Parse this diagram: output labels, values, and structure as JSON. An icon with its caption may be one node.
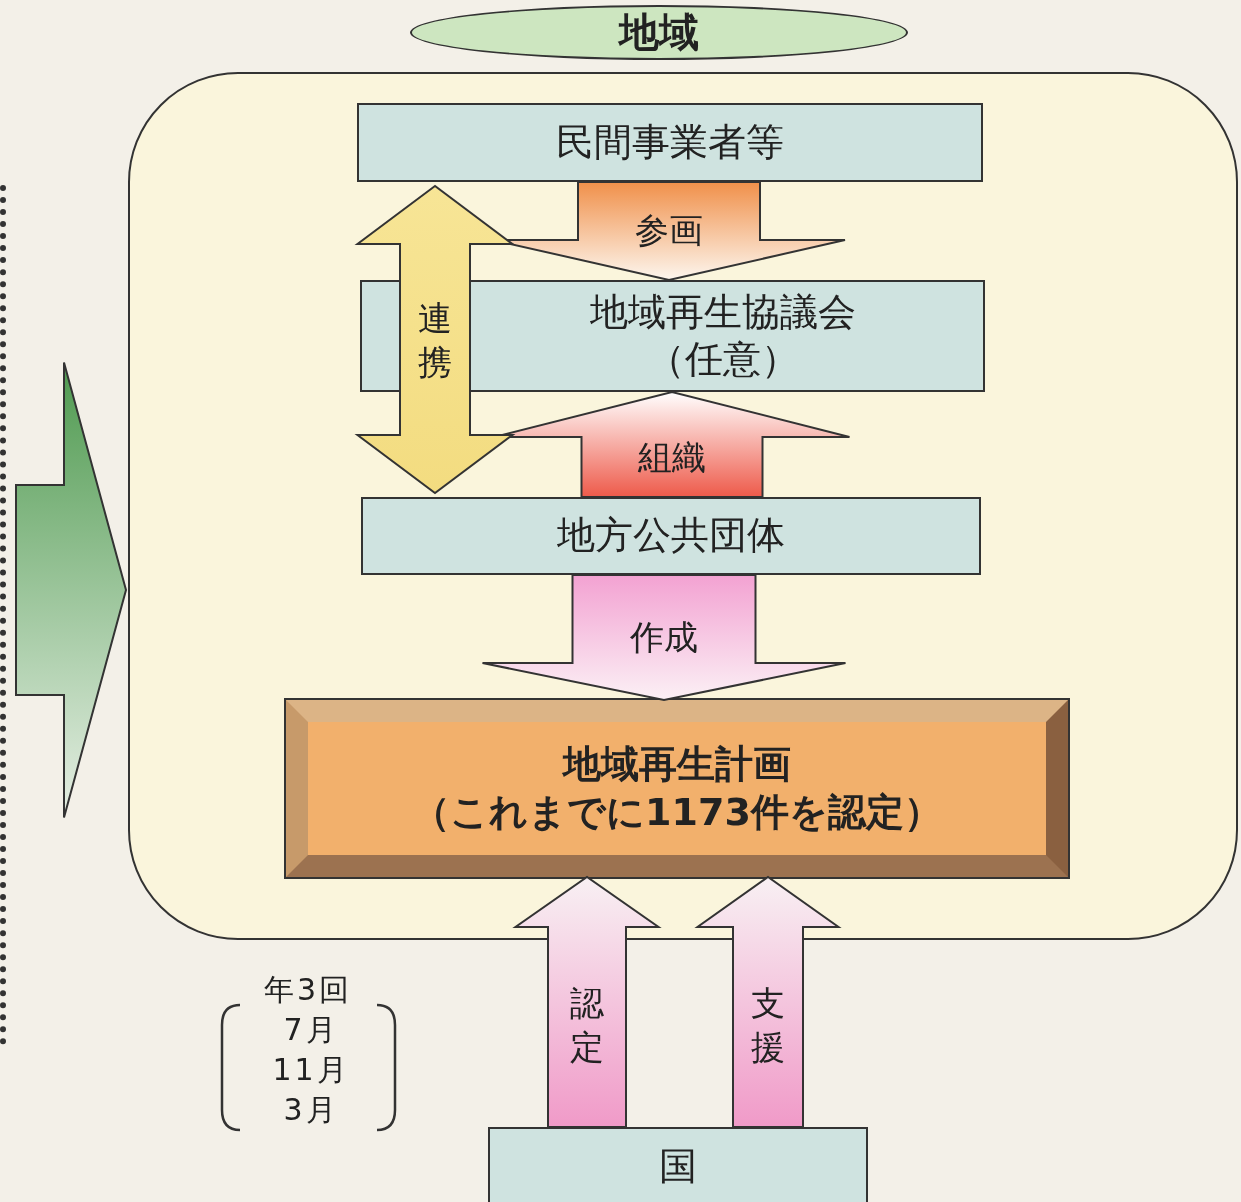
{
  "diagram": {
    "nodes": [
      {
        "text": [
          "地域"
        ]
      },
      {
        "text": [
          "民間事業者等"
        ],
        "in": 0
      },
      {
        "text": [
          "地域再生協議会（任意）"
        ],
        "in": 0
      },
      {
        "text": [
          "地方公共団体"
        ],
        "in": 0
      },
      {
        "text": [
          "地域再生計画（これまでに1173件を認定）"
        ],
        "in": 0
      },
      {
        "text": [
          "国"
        ]
      }
    ],
    "edges": [
      {
        "from": 1,
        "to": 2,
        "arrow": "to",
        "label": "参画"
      },
      {
        "from": 3,
        "to": 2,
        "arrow": "to",
        "label": "組織"
      },
      {
        "from": 1,
        "to": 3,
        "arrow": "both",
        "label": "連携"
      },
      {
        "from": 3,
        "to": 4,
        "arrow": "to",
        "label": "作成"
      },
      {
        "from": 5,
        "to": 4,
        "arrow": "to",
        "label": "認定"
      },
      {
        "from": 5,
        "to": 4,
        "arrow": "to",
        "label": "支援"
      },
      {
        "from": null,
        "to": 0,
        "arrow": "to"
      }
    ],
    "labels": [
      "年3回",
      "7月",
      "11月",
      "3月"
    ]
  }
}
